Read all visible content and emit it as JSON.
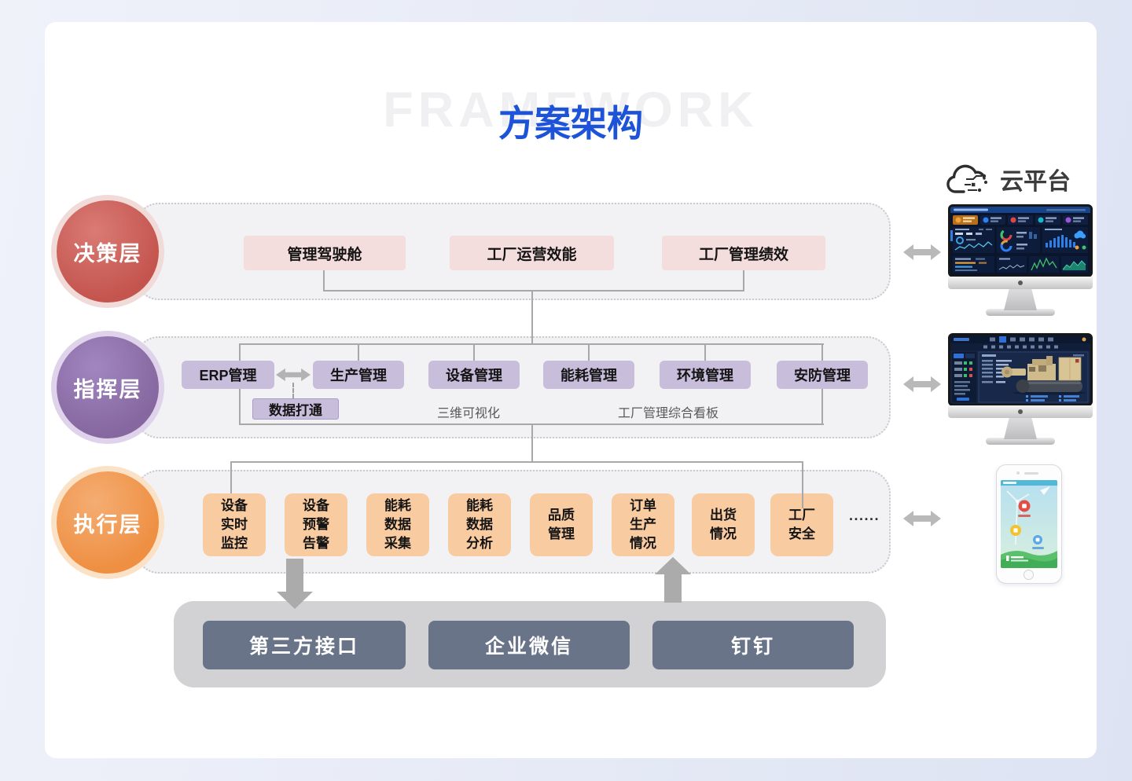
{
  "title": {
    "text": "方案架构",
    "watermark": "FRAMEWORK"
  },
  "layers": {
    "decision": {
      "label": "决策层",
      "boxes": [
        "管理驾驶舱",
        "工厂运营效能",
        "工厂管理绩效"
      ]
    },
    "command": {
      "label": "指挥层",
      "boxes": [
        "ERP管理",
        "生产管理",
        "设备管理",
        "能耗管理",
        "环境管理",
        "安防管理"
      ],
      "data_link_label": "数据打通",
      "caption_left": "三维可视化",
      "caption_right": "工厂管理综合看板"
    },
    "execution": {
      "label": "执行层",
      "boxes": [
        [
          "设备",
          "实时",
          "监控"
        ],
        [
          "设备",
          "预警",
          "告警"
        ],
        [
          "能耗",
          "数据",
          "采集"
        ],
        [
          "能耗",
          "数据",
          "分析"
        ],
        [
          "品质",
          "管理"
        ],
        [
          "订单",
          "生产",
          "情况"
        ],
        [
          "出货",
          "情况"
        ],
        [
          "工厂",
          "安全"
        ]
      ],
      "ellipsis": "......"
    }
  },
  "integration_bar": {
    "boxes": [
      "第三方接口",
      "企业微信",
      "钉钉"
    ]
  },
  "cloud_platform": {
    "label": "云平台",
    "icon": "cloud-circuit-icon"
  },
  "devices": [
    "desktop-dashboard-screenshot",
    "desktop-3d-equipment-screenshot",
    "smartphone-app-screenshot"
  ],
  "colors": {
    "title_blue": "#1d53d8",
    "watermark_gray": "#f0f0f3",
    "decision_circle": "#c4544e",
    "decision_box": "#f4dedd",
    "command_circle": "#86679f",
    "command_box": "#c9bddc",
    "execution_circle": "#ee8f42",
    "execution_box": "#f9cba1",
    "integration_box": "#6a7489",
    "integration_bar": "#d2d2d4",
    "connector_gray": "#a8a8a8",
    "panel_fill": "#f2f2f4"
  }
}
